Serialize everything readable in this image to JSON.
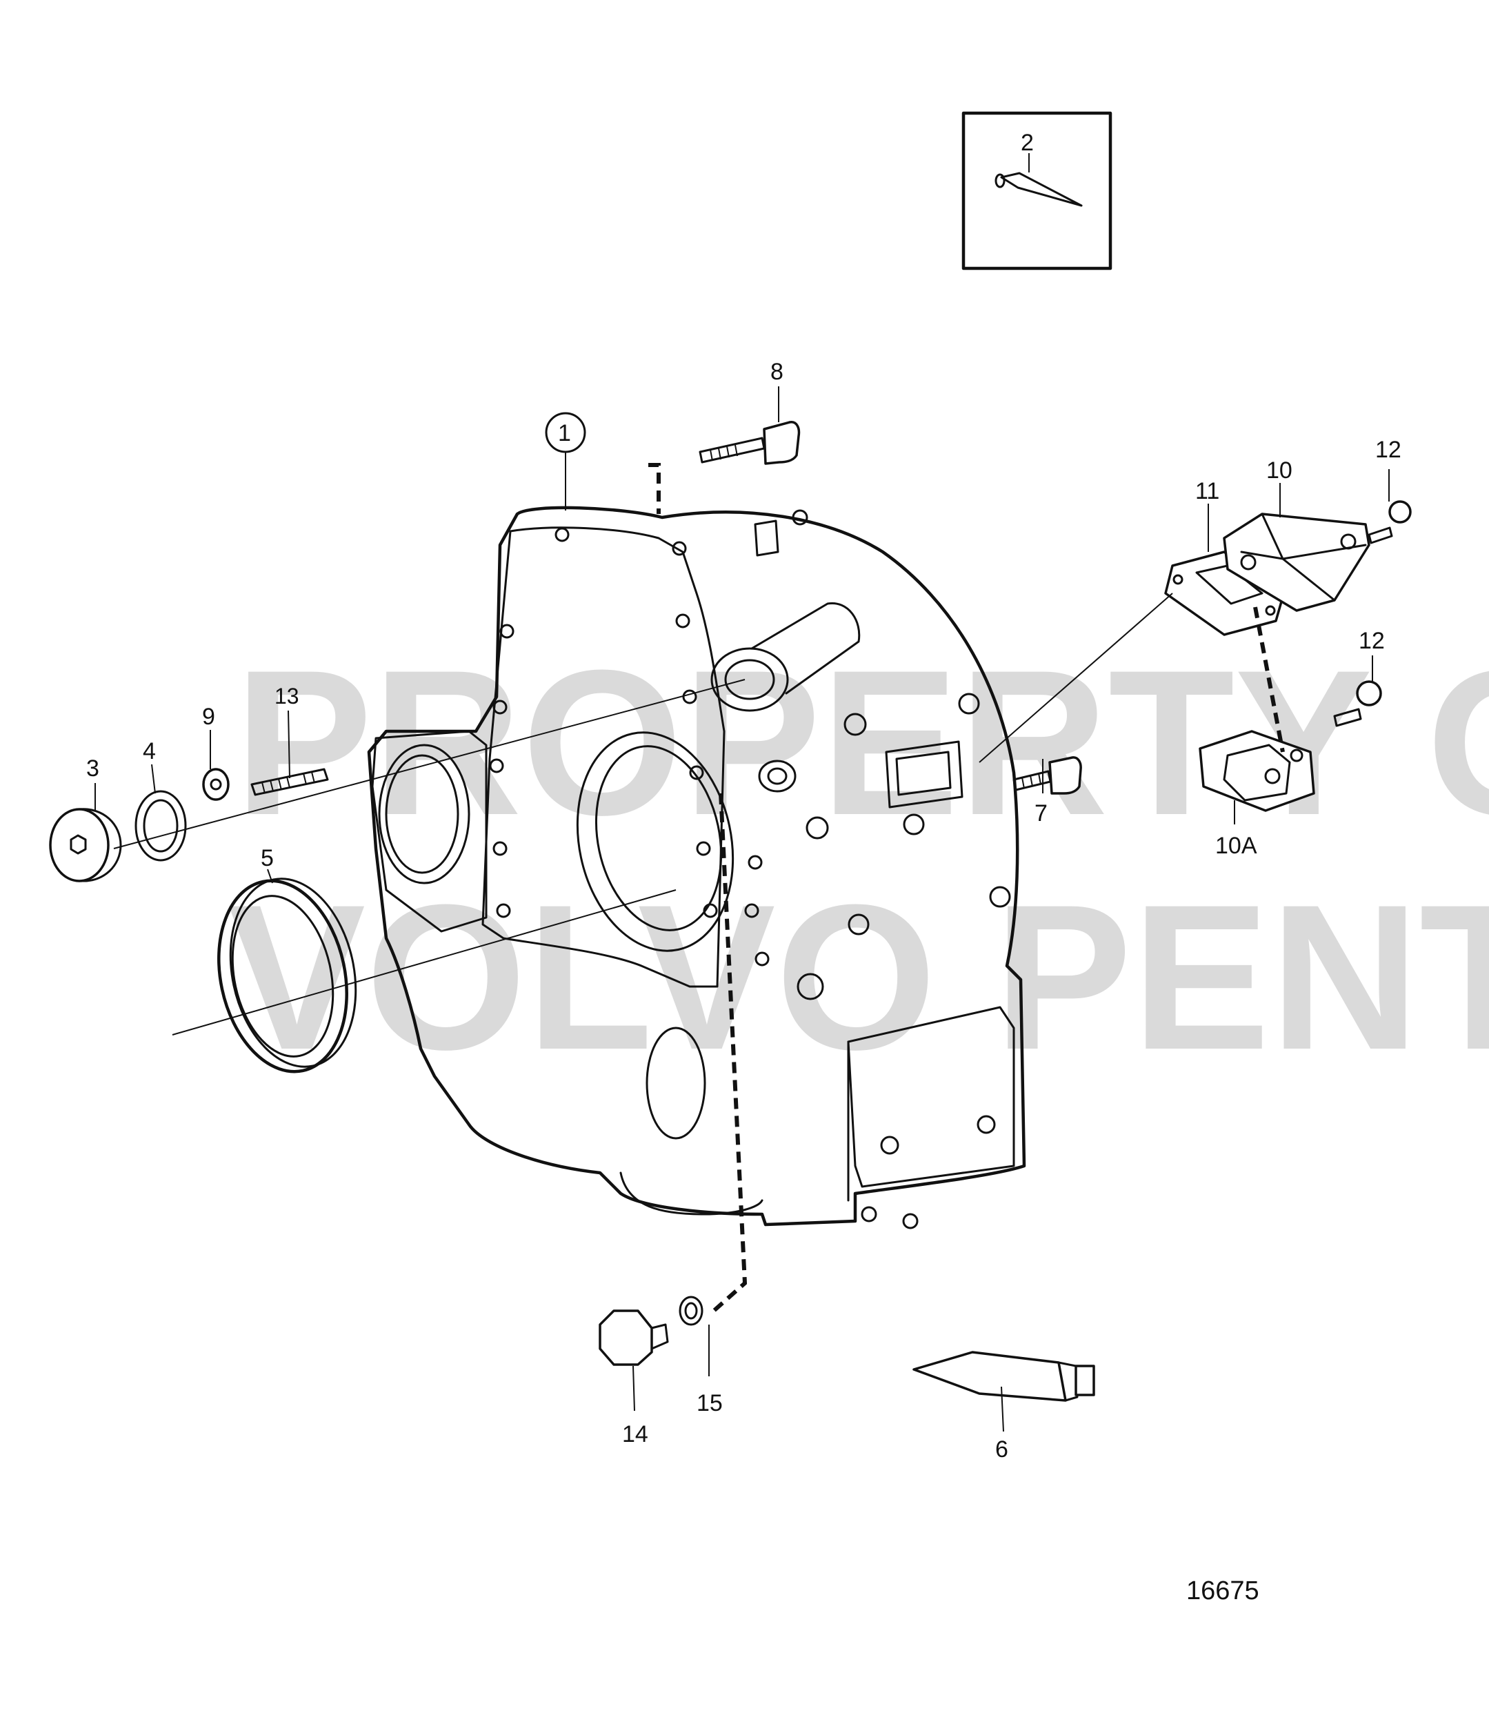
{
  "watermark": {
    "line1": "PROPERTY OF",
    "line2": "VOLVO PENTA"
  },
  "callouts": {
    "c1": "1",
    "c2": "2",
    "c3": "3",
    "c4": "4",
    "c5": "5",
    "c6": "6",
    "c7": "7",
    "c8": "8",
    "c9": "9",
    "c10": "10",
    "c10a": "10A",
    "c11": "11",
    "c12a": "12",
    "c12b": "12",
    "c13": "13",
    "c14": "14",
    "c15": "15"
  },
  "drawing_number": "16675"
}
